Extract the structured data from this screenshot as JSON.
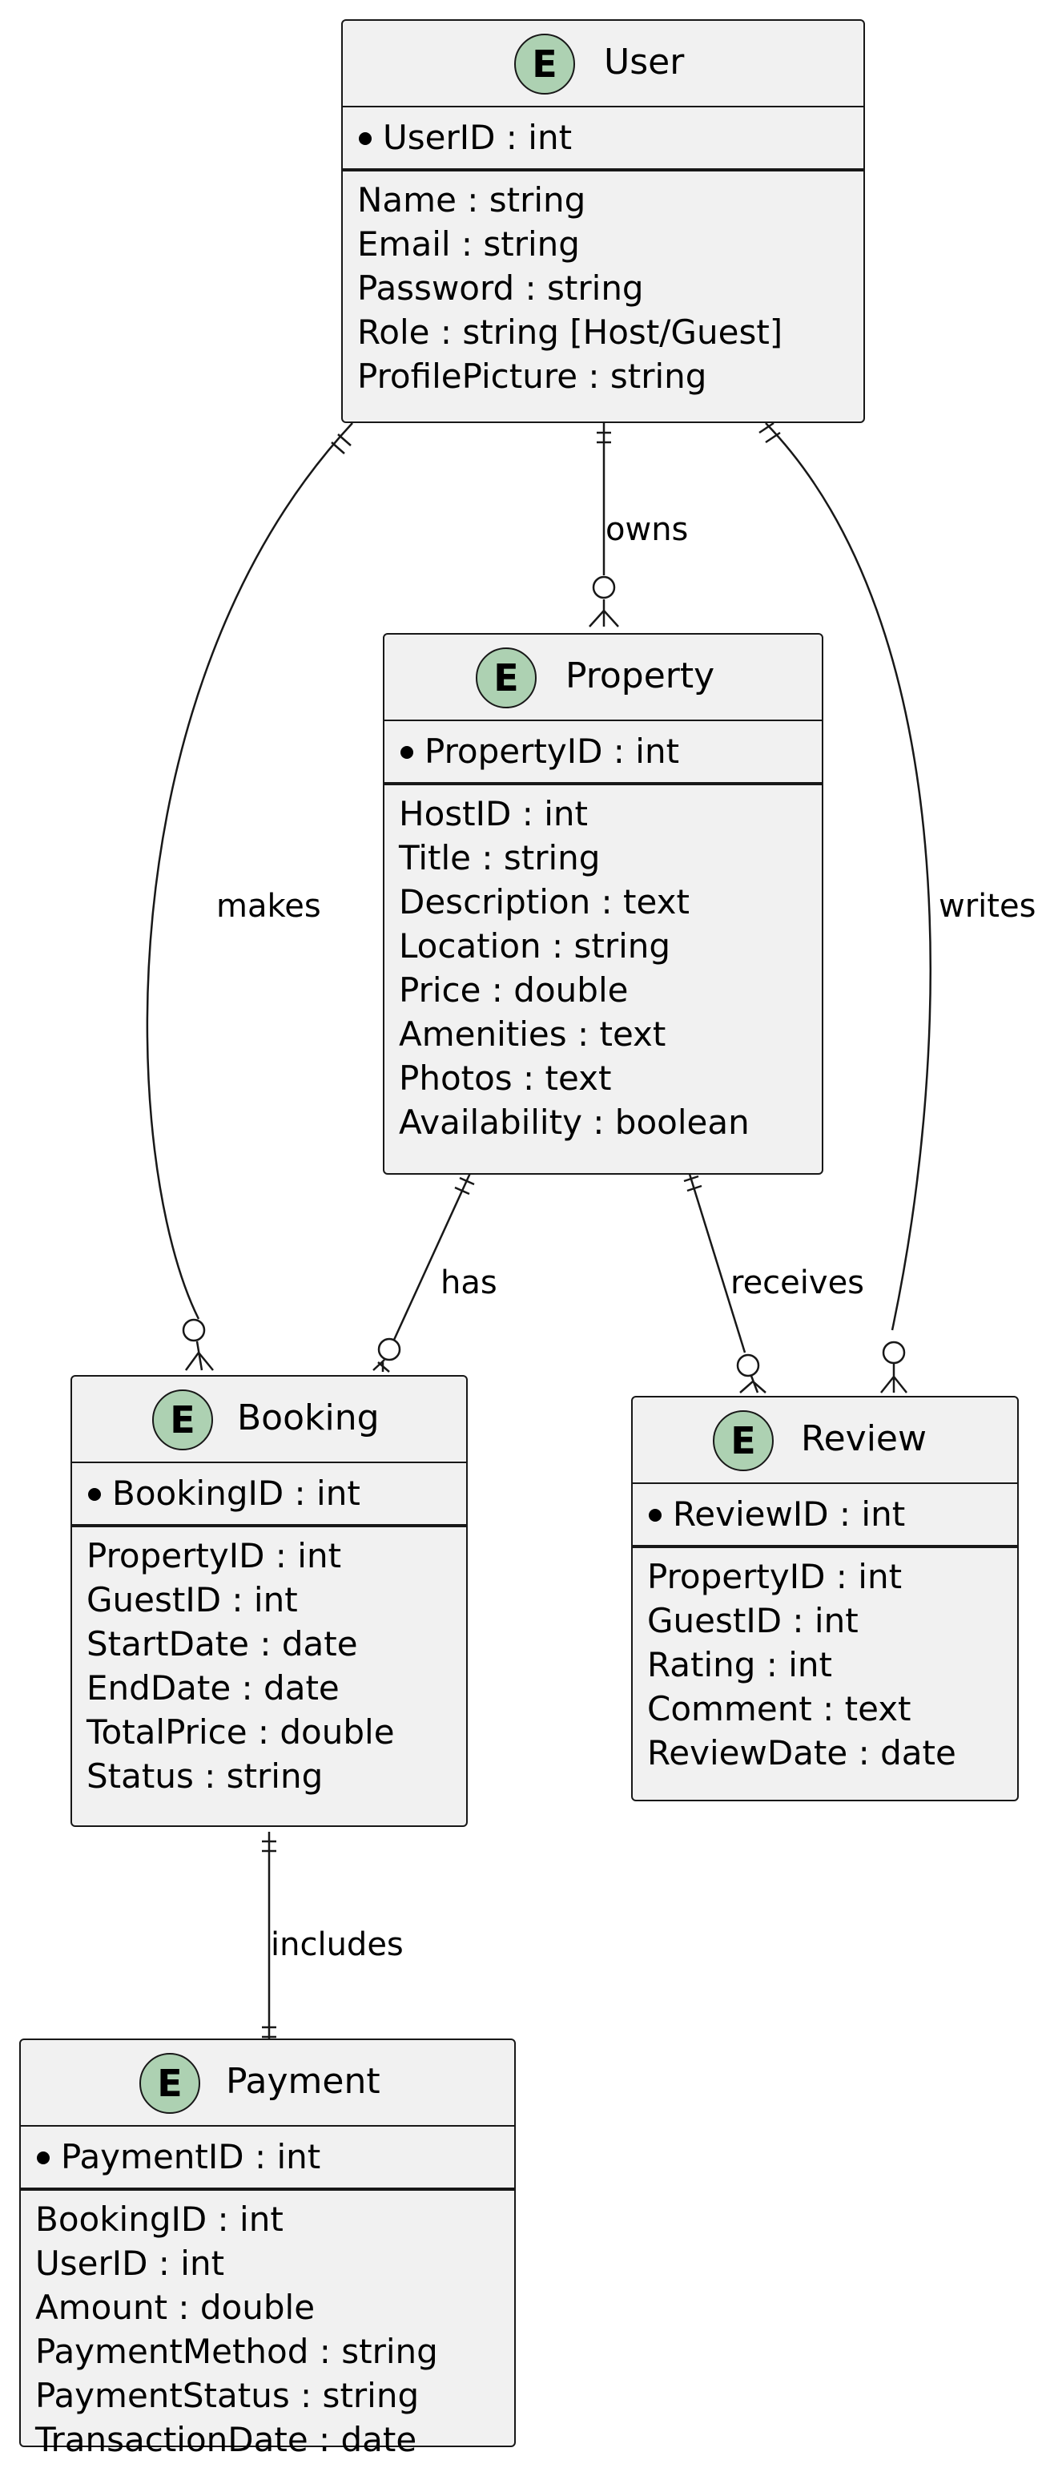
{
  "entities": {
    "user": {
      "badge": "E",
      "name": "User",
      "pk": "UserID : int",
      "attributes": [
        "Name : string",
        "Email : string",
        "Password : string",
        "Role : string [Host/Guest]",
        "ProfilePicture : string"
      ]
    },
    "property": {
      "badge": "E",
      "name": "Property",
      "pk": "PropertyID : int",
      "attributes": [
        "HostID : int",
        "Title : string",
        "Description : text",
        "Location : string",
        "Price : double",
        "Amenities : text",
        "Photos : text",
        "Availability : boolean"
      ]
    },
    "booking": {
      "badge": "E",
      "name": "Booking",
      "pk": "BookingID : int",
      "attributes": [
        "PropertyID : int",
        "GuestID : int",
        "StartDate : date",
        "EndDate : date",
        "TotalPrice : double",
        "Status : string"
      ]
    },
    "review": {
      "badge": "E",
      "name": "Review",
      "pk": "ReviewID : int",
      "attributes": [
        "PropertyID : int",
        "GuestID : int",
        "Rating : int",
        "Comment : text",
        "ReviewDate : date"
      ]
    },
    "payment": {
      "badge": "E",
      "name": "Payment",
      "pk": "PaymentID : int",
      "attributes": [
        "BookingID : int",
        "UserID : int",
        "Amount : double",
        "PaymentMethod : string",
        "PaymentStatus : string",
        "TransactionDate : date"
      ]
    }
  },
  "relationships": [
    {
      "id": "owns",
      "from": "User",
      "to": "Property",
      "label": "owns",
      "from_card": "exactly-one",
      "to_card": "zero-or-many"
    },
    {
      "id": "makes",
      "from": "User",
      "to": "Booking",
      "label": "makes",
      "from_card": "exactly-one",
      "to_card": "zero-or-many"
    },
    {
      "id": "writes",
      "from": "User",
      "to": "Review",
      "label": "writes",
      "from_card": "exactly-one",
      "to_card": "zero-or-many"
    },
    {
      "id": "has",
      "from": "Property",
      "to": "Booking",
      "label": "has",
      "from_card": "exactly-one",
      "to_card": "zero-or-many"
    },
    {
      "id": "receives",
      "from": "Property",
      "to": "Review",
      "label": "receives",
      "from_card": "exactly-one",
      "to_card": "zero-or-many"
    },
    {
      "id": "includes",
      "from": "Booking",
      "to": "Payment",
      "label": "includes",
      "from_card": "exactly-one",
      "to_card": "exactly-one"
    }
  ]
}
